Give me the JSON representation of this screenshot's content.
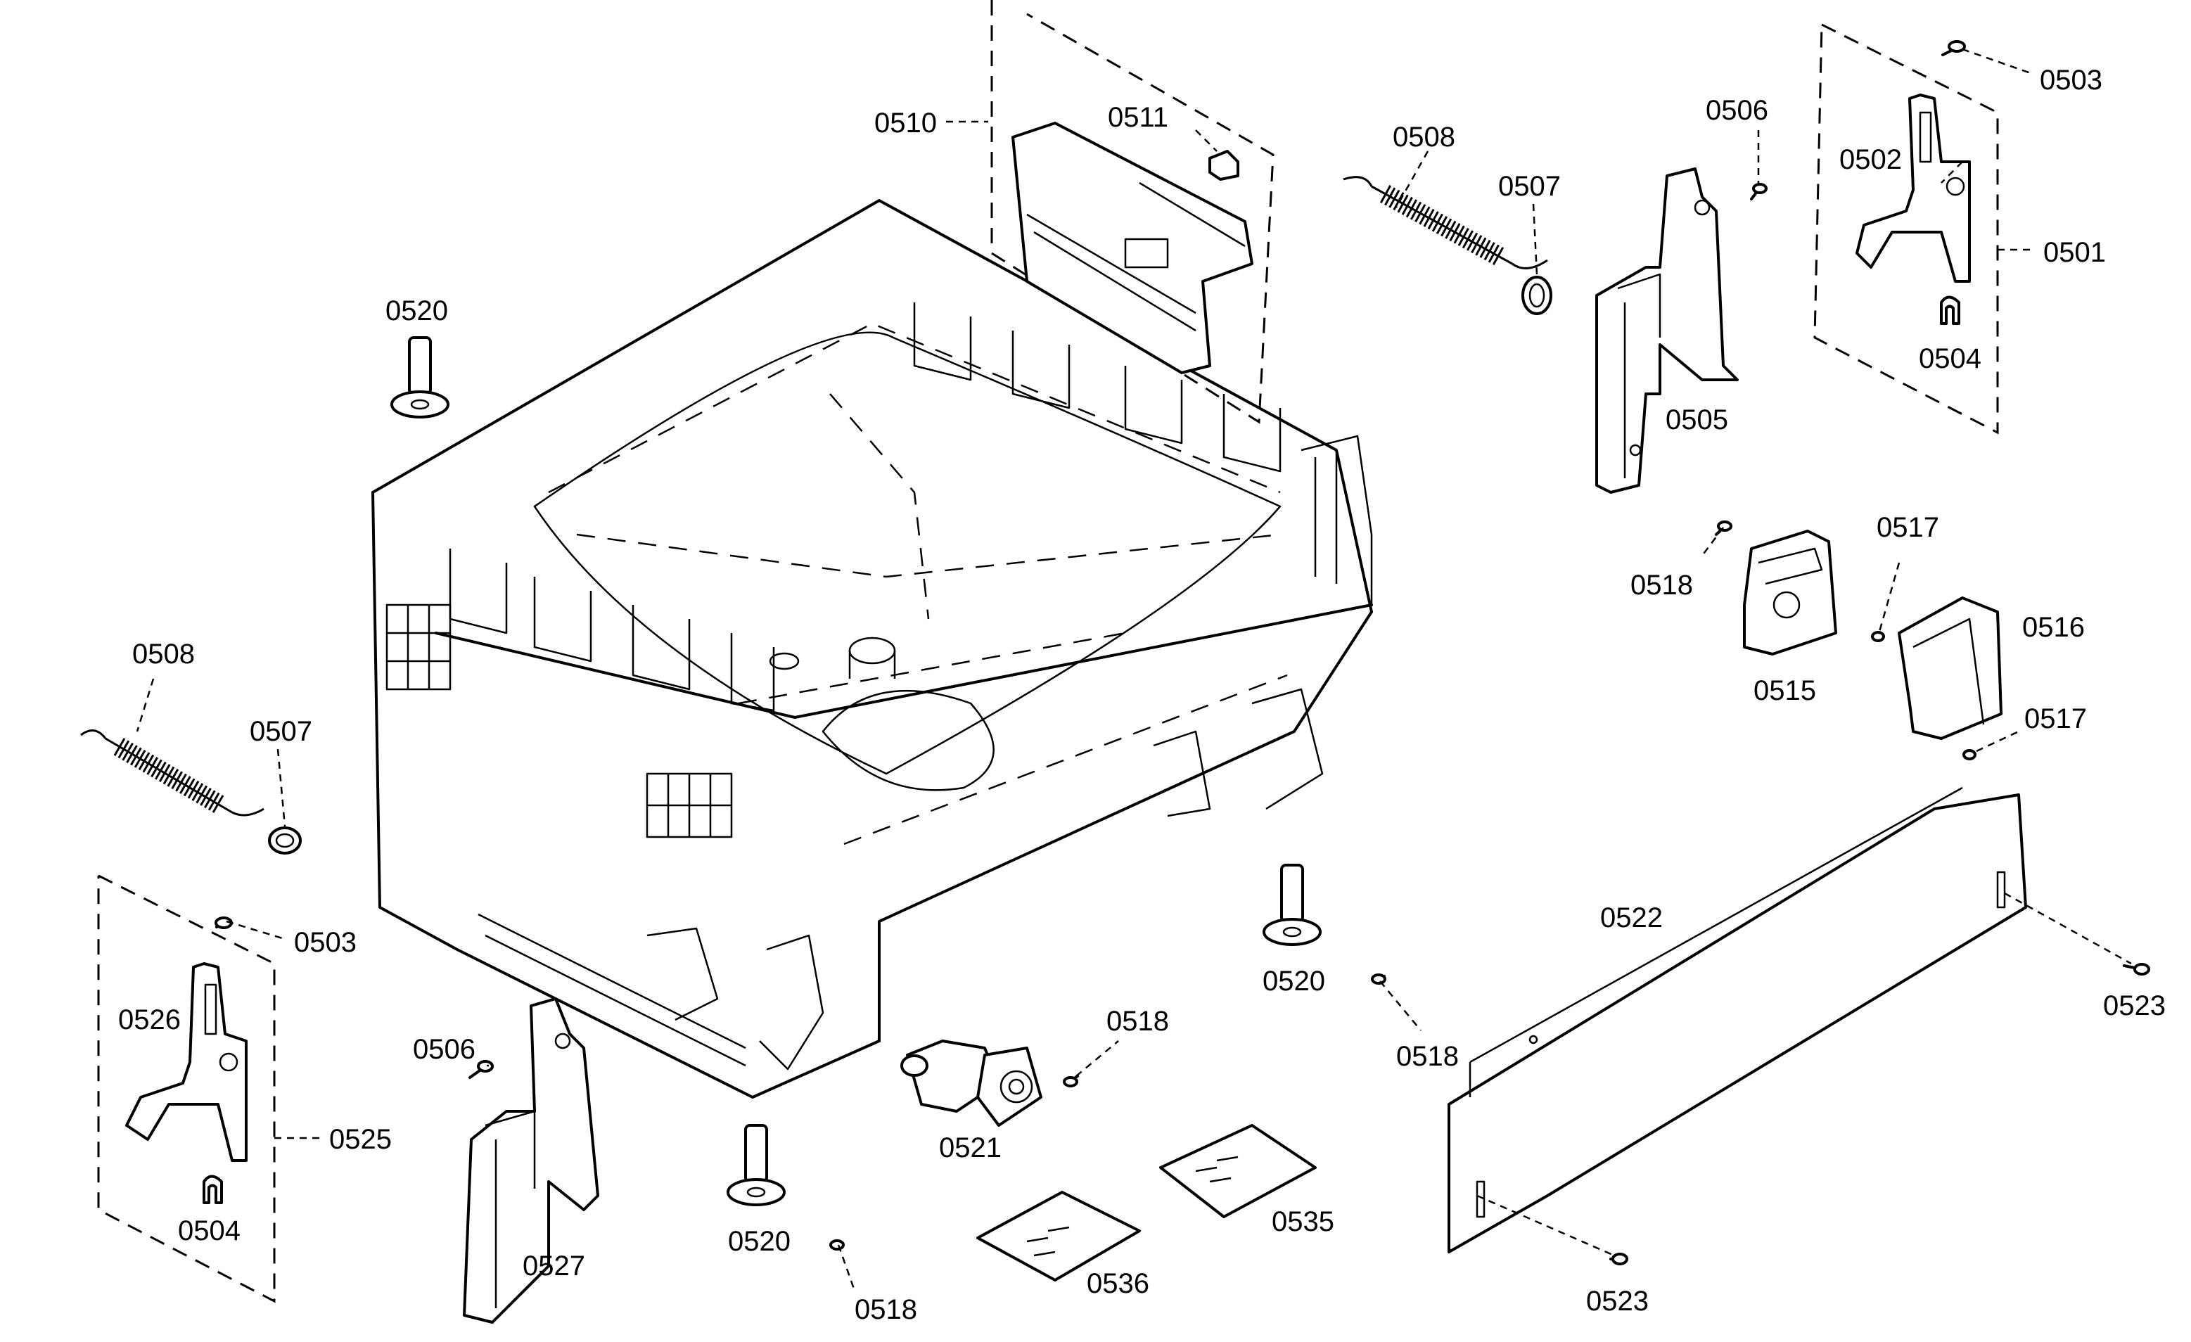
{
  "labels": {
    "l0501": "0501",
    "l0502": "0502",
    "l0503a": "0503",
    "l0503b": "0503",
    "l0504a": "0504",
    "l0504b": "0504",
    "l0505": "0505",
    "l0506a": "0506",
    "l0506b": "0506",
    "l0507a": "0507",
    "l0507b": "0507",
    "l0508a": "0508",
    "l0508b": "0508",
    "l0510": "0510",
    "l0511": "0511",
    "l0515": "0515",
    "l0516": "0516",
    "l0517a": "0517",
    "l0517b": "0517",
    "l0518a": "0518",
    "l0518b": "0518",
    "l0518c": "0518",
    "l0518d": "0518",
    "l0520a": "0520",
    "l0520b": "0520",
    "l0520c": "0520",
    "l0521": "0521",
    "l0522": "0522",
    "l0523a": "0523",
    "l0523b": "0523",
    "l0525": "0525",
    "l0526": "0526",
    "l0527": "0527",
    "l0535": "0535",
    "l0536": "0536"
  }
}
